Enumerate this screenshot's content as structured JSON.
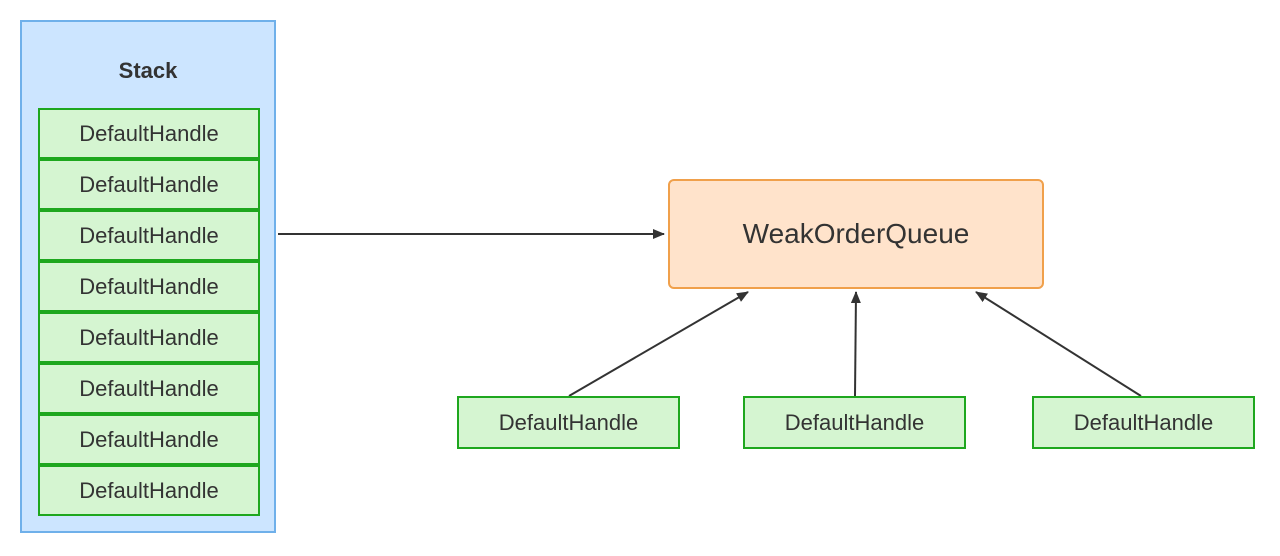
{
  "stack": {
    "title": "Stack",
    "items": [
      {
        "label": "DefaultHandle"
      },
      {
        "label": "DefaultHandle"
      },
      {
        "label": "DefaultHandle"
      },
      {
        "label": "DefaultHandle"
      },
      {
        "label": "DefaultHandle"
      },
      {
        "label": "DefaultHandle"
      },
      {
        "label": "DefaultHandle"
      },
      {
        "label": "DefaultHandle"
      }
    ]
  },
  "queue": {
    "label": "WeakOrderQueue"
  },
  "handles": [
    {
      "label": "DefaultHandle"
    },
    {
      "label": "DefaultHandle"
    },
    {
      "label": "DefaultHandle"
    }
  ],
  "colors": {
    "stack_fill": "#cce5ff",
    "stack_border": "#6fb0ea",
    "handle_fill": "#d5f5d1",
    "handle_border": "#1ea71e",
    "queue_fill": "#ffe3cb",
    "queue_border": "#f0a04b",
    "arrow": "#333333"
  }
}
